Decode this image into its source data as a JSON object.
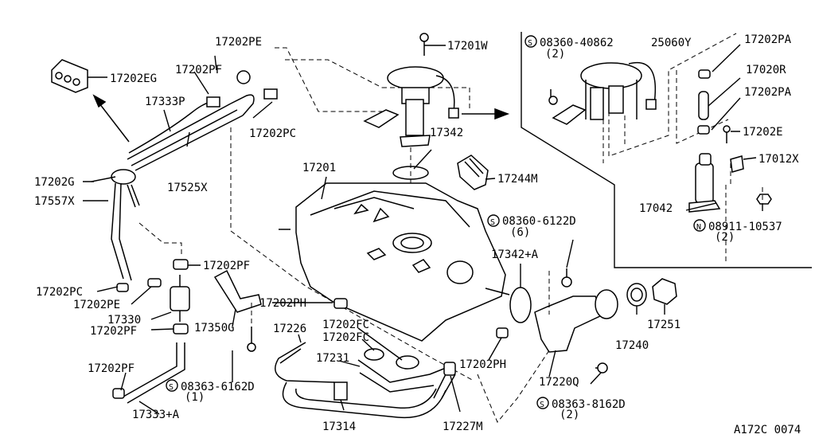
{
  "diagram": {
    "reference_code": "A172C 0074",
    "bolt_prefix": "S",
    "nut_prefix": "N",
    "labels": {
      "p17202EG": "17202EG",
      "p17202PE_top": "17202PE",
      "p17202PF_top": "17202PF",
      "p17333P": "17333P",
      "p17202PC_top": "17202PC",
      "p17525X": "17525X",
      "p17202G": "17202G",
      "p17557X": "17557X",
      "p17201W": "17201W",
      "p17342": "17342",
      "p17244M": "17244M",
      "p17201": "17201",
      "p17202PF_mid": "17202PF",
      "p17202PC_bot": "17202PC",
      "p17202PE_bot": "17202PE",
      "p17330": "17330",
      "p17202PF_low": "17202PF",
      "p17350G": "17350G",
      "p17202PH_left": "17202PH",
      "p17226": "17226",
      "p17202FC_a": "17202FC",
      "p17202FC_b": "17202FC",
      "p17231": "17231",
      "p17202PF_bot": "17202PF",
      "p17333A": "17333+A",
      "bolt_08363_6162D": "08363-6162D",
      "bolt_08363_6162D_qty": "(1)",
      "p17314": "17314",
      "p17227M": "17227M",
      "p17202PH_right": "17202PH",
      "p17220Q": "17220Q",
      "bolt_08363_8162D": "08363-8162D",
      "bolt_08363_8162D_qty": "(2)",
      "bolt_08360_6122D": "08360-6122D",
      "bolt_08360_6122D_qty": "(6)",
      "p17342A": "17342+A",
      "p17240": "17240",
      "p17251": "17251",
      "bolt_08360_40862": "08360-40862",
      "bolt_08360_40862_qty": "(2)",
      "p25060Y": "25060Y",
      "p17202PA_a": "17202PA",
      "p17020R": "17020R",
      "p17202PA_b": "17202PA",
      "p17202E": "17202E",
      "p17012X": "17012X",
      "p17042": "17042",
      "nut_08911_10537": "08911-10537",
      "nut_08911_10537_qty": "(2)"
    }
  }
}
